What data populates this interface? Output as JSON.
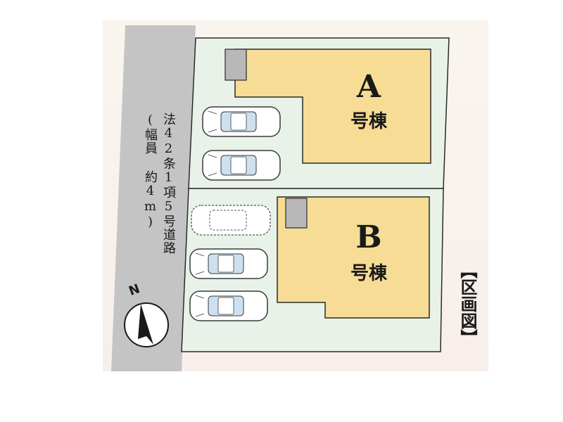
{
  "road": {
    "line1": "法42条1項5号道路",
    "line2": "(幅員 約4m)"
  },
  "lots": [
    {
      "letter": "A",
      "label": "号棟"
    },
    {
      "letter": "B",
      "label": "号棟"
    }
  ],
  "map_label": "【区画図】",
  "compass": {
    "letter": "N"
  },
  "colors": {
    "background_tint": "#f7f2ec",
    "road": "#c4c4c4",
    "lot_ground": "#e8f2e8",
    "building": "#f6dc94",
    "outline": "#2a2a2a",
    "car_body": "#ffffff",
    "car_glass": "#cde0f0",
    "storage": "#b8b8b8"
  },
  "icons": [
    "car-icon",
    "car-outline-icon",
    "compass-icon",
    "storage-shed-icon"
  ]
}
